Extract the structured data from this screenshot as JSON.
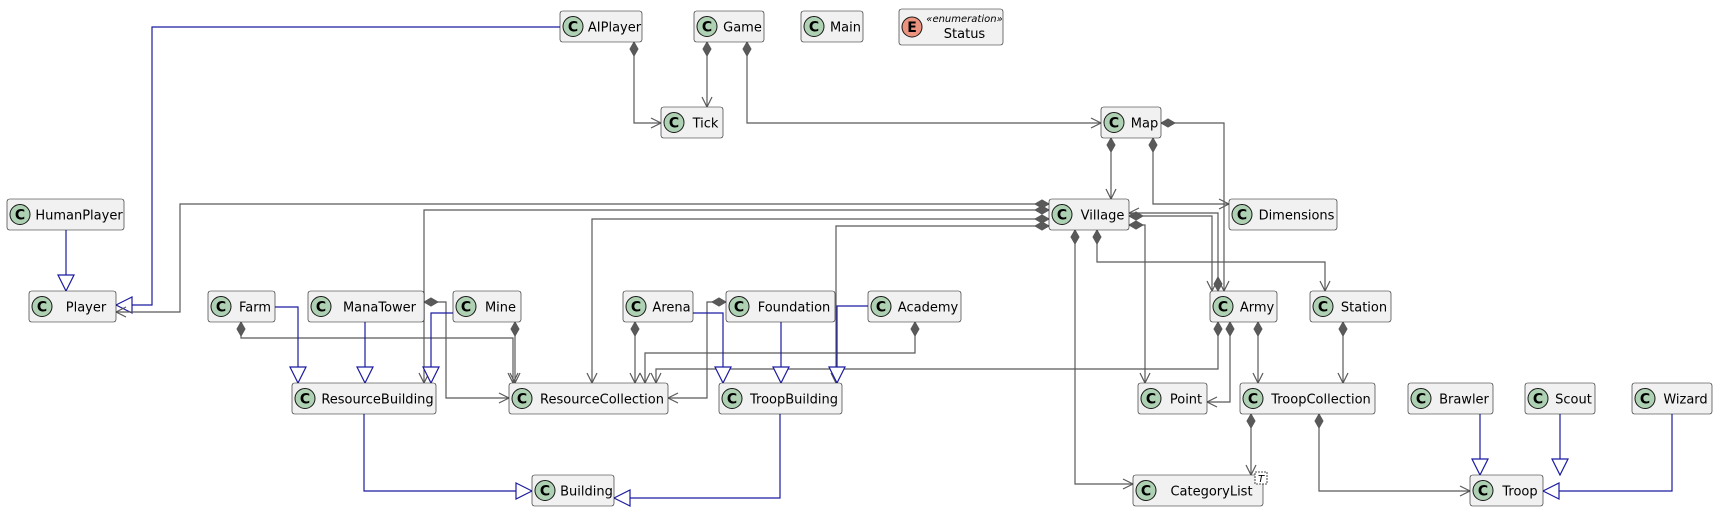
{
  "diagram": {
    "classes": [
      {
        "id": "AIPlayer",
        "label": "AIPlayer",
        "kind": "C"
      },
      {
        "id": "Game",
        "label": "Game",
        "kind": "C"
      },
      {
        "id": "Main",
        "label": "Main",
        "kind": "C"
      },
      {
        "id": "Status",
        "label": "Status",
        "kind": "E",
        "stereotype": "«enumeration»"
      },
      {
        "id": "Tick",
        "label": "Tick",
        "kind": "C"
      },
      {
        "id": "Map",
        "label": "Map",
        "kind": "C"
      },
      {
        "id": "HumanPlayer",
        "label": "HumanPlayer",
        "kind": "C"
      },
      {
        "id": "Village",
        "label": "Village",
        "kind": "C"
      },
      {
        "id": "Dimensions",
        "label": "Dimensions",
        "kind": "C"
      },
      {
        "id": "Player",
        "label": "Player",
        "kind": "C"
      },
      {
        "id": "Farm",
        "label": "Farm",
        "kind": "C"
      },
      {
        "id": "ManaTower",
        "label": "ManaTower",
        "kind": "C"
      },
      {
        "id": "Mine",
        "label": "Mine",
        "kind": "C"
      },
      {
        "id": "Arena",
        "label": "Arena",
        "kind": "C"
      },
      {
        "id": "Foundation",
        "label": "Foundation",
        "kind": "C"
      },
      {
        "id": "Academy",
        "label": "Academy",
        "kind": "C"
      },
      {
        "id": "Army",
        "label": "Army",
        "kind": "C"
      },
      {
        "id": "Station",
        "label": "Station",
        "kind": "C"
      },
      {
        "id": "ResourceBuilding",
        "label": "ResourceBuilding",
        "kind": "C"
      },
      {
        "id": "ResourceCollection",
        "label": "ResourceCollection",
        "kind": "C"
      },
      {
        "id": "TroopBuilding",
        "label": "TroopBuilding",
        "kind": "C"
      },
      {
        "id": "Point",
        "label": "Point",
        "kind": "C"
      },
      {
        "id": "TroopCollection",
        "label": "TroopCollection",
        "kind": "C"
      },
      {
        "id": "Brawler",
        "label": "Brawler",
        "kind": "C"
      },
      {
        "id": "Scout",
        "label": "Scout",
        "kind": "C"
      },
      {
        "id": "Wizard",
        "label": "Wizard",
        "kind": "C"
      },
      {
        "id": "Building",
        "label": "Building",
        "kind": "C"
      },
      {
        "id": "CategoryList",
        "label": "CategoryList",
        "kind": "C",
        "template": "T"
      },
      {
        "id": "Troop",
        "label": "Troop",
        "kind": "C"
      }
    ],
    "relations": [
      {
        "type": "inheritance",
        "from": "AIPlayer",
        "to": "Player"
      },
      {
        "type": "inheritance",
        "from": "HumanPlayer",
        "to": "Player"
      },
      {
        "type": "composition",
        "from": "AIPlayer",
        "to": "Tick"
      },
      {
        "type": "composition",
        "from": "Game",
        "to": "Tick"
      },
      {
        "type": "composition",
        "from": "Game",
        "to": "Map"
      },
      {
        "type": "composition",
        "from": "Map",
        "to": "Village"
      },
      {
        "type": "composition",
        "from": "Map",
        "to": "Dimensions"
      },
      {
        "type": "composition",
        "from": "Map",
        "to": "Army"
      },
      {
        "type": "composition",
        "from": "Village",
        "to": "Player"
      },
      {
        "type": "composition",
        "from": "Village",
        "to": "ResourceBuilding"
      },
      {
        "type": "composition",
        "from": "Village",
        "to": "ResourceCollection"
      },
      {
        "type": "composition",
        "from": "Village",
        "to": "TroopBuilding"
      },
      {
        "type": "composition",
        "from": "Village",
        "to": "Army"
      },
      {
        "type": "composition",
        "from": "Village",
        "to": "Station"
      },
      {
        "type": "composition",
        "from": "Village",
        "to": "Point"
      },
      {
        "type": "composition",
        "from": "Village",
        "to": "CategoryList"
      },
      {
        "type": "composition",
        "from": "Army",
        "to": "Village"
      },
      {
        "type": "composition",
        "from": "Army",
        "to": "ResourceCollection"
      },
      {
        "type": "composition",
        "from": "Army",
        "to": "Point"
      },
      {
        "type": "composition",
        "from": "Army",
        "to": "TroopCollection"
      },
      {
        "type": "composition",
        "from": "Station",
        "to": "TroopCollection"
      },
      {
        "type": "composition",
        "from": "TroopCollection",
        "to": "CategoryList"
      },
      {
        "type": "composition",
        "from": "TroopCollection",
        "to": "Troop"
      },
      {
        "type": "composition",
        "from": "Farm",
        "to": "ResourceCollection"
      },
      {
        "type": "composition",
        "from": "ManaTower",
        "to": "ResourceCollection"
      },
      {
        "type": "composition",
        "from": "Mine",
        "to": "ResourceCollection"
      },
      {
        "type": "composition",
        "from": "Arena",
        "to": "ResourceCollection"
      },
      {
        "type": "composition",
        "from": "Foundation",
        "to": "ResourceCollection"
      },
      {
        "type": "composition",
        "from": "Academy",
        "to": "ResourceCollection"
      },
      {
        "type": "inheritance",
        "from": "Farm",
        "to": "ResourceBuilding"
      },
      {
        "type": "inheritance",
        "from": "ManaTower",
        "to": "ResourceBuilding"
      },
      {
        "type": "inheritance",
        "from": "Mine",
        "to": "ResourceBuilding"
      },
      {
        "type": "inheritance",
        "from": "Arena",
        "to": "TroopBuilding"
      },
      {
        "type": "inheritance",
        "from": "Foundation",
        "to": "TroopBuilding"
      },
      {
        "type": "inheritance",
        "from": "Academy",
        "to": "TroopBuilding"
      },
      {
        "type": "inheritance",
        "from": "ResourceBuilding",
        "to": "Building"
      },
      {
        "type": "inheritance",
        "from": "TroopBuilding",
        "to": "Building"
      },
      {
        "type": "inheritance",
        "from": "Brawler",
        "to": "Troop"
      },
      {
        "type": "inheritance",
        "from": "Scout",
        "to": "Troop"
      },
      {
        "type": "inheritance",
        "from": "Wizard",
        "to": "Troop"
      }
    ],
    "colors": {
      "class_bg": "#f1f1f1",
      "class_border": "#181818",
      "class_circle": "#add1b2",
      "enum_circle": "#eb937f",
      "edge_association": "#595959",
      "edge_inheritance": "#1b1ba0"
    }
  }
}
